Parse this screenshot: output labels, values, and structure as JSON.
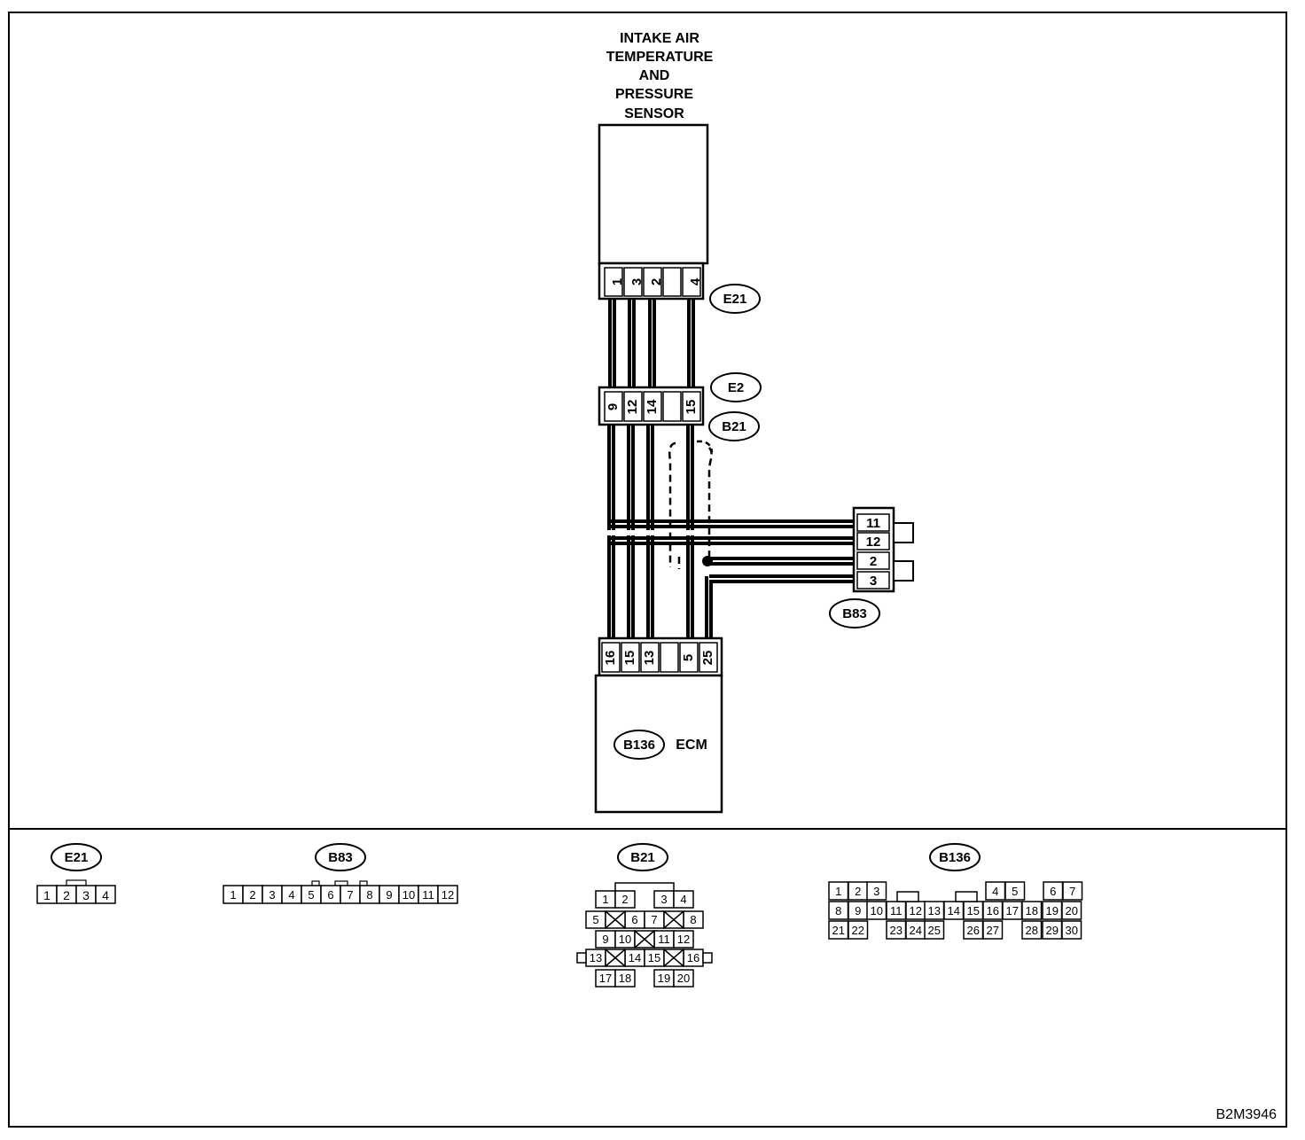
{
  "sensor": {
    "title_lines": [
      "INTAKE AIR",
      "TEMPERATURE",
      "AND",
      "PRESSURE",
      "SENSOR"
    ],
    "connector": "E21",
    "pins": [
      "1",
      "3",
      "2",
      "",
      "4"
    ]
  },
  "joint": {
    "connector_top": "E2",
    "connector_bottom": "B21",
    "pins": [
      "9",
      "12",
      "14",
      "",
      "15"
    ]
  },
  "ecm": {
    "label": "ECM",
    "connector": "B136",
    "pins": [
      "16",
      "15",
      "13",
      "",
      "5",
      "25"
    ]
  },
  "b83": {
    "connector": "B83",
    "pins": [
      "11",
      "12",
      "2",
      "3"
    ]
  },
  "legend": {
    "e21": {
      "label": "E21",
      "pins": [
        "1",
        "2",
        "3",
        "4"
      ]
    },
    "b83": {
      "label": "B83",
      "pins": [
        "1",
        "2",
        "3",
        "4",
        "5",
        "6",
        "7",
        "8",
        "9",
        "10",
        "11",
        "12"
      ]
    },
    "b21": {
      "label": "B21",
      "rows": [
        [
          "1",
          "2",
          "3",
          "4"
        ],
        [
          "5",
          "6",
          "7",
          "8"
        ],
        [
          "9",
          "10",
          "11",
          "12"
        ],
        [
          "13",
          "14",
          "15",
          "16"
        ],
        [
          "17",
          "18",
          "19",
          "20"
        ]
      ]
    },
    "b136": {
      "label": "B136",
      "rows": [
        [
          "1",
          "2",
          "3",
          "4",
          "5",
          "6",
          "7"
        ],
        [
          "8",
          "9",
          "10",
          "11",
          "12",
          "13",
          "14",
          "15",
          "16",
          "17",
          "18",
          "19",
          "20"
        ],
        [
          "21",
          "22",
          "23",
          "24",
          "25",
          "26",
          "27",
          "28",
          "29",
          "30"
        ]
      ]
    }
  },
  "figure_code": "B2M3946"
}
